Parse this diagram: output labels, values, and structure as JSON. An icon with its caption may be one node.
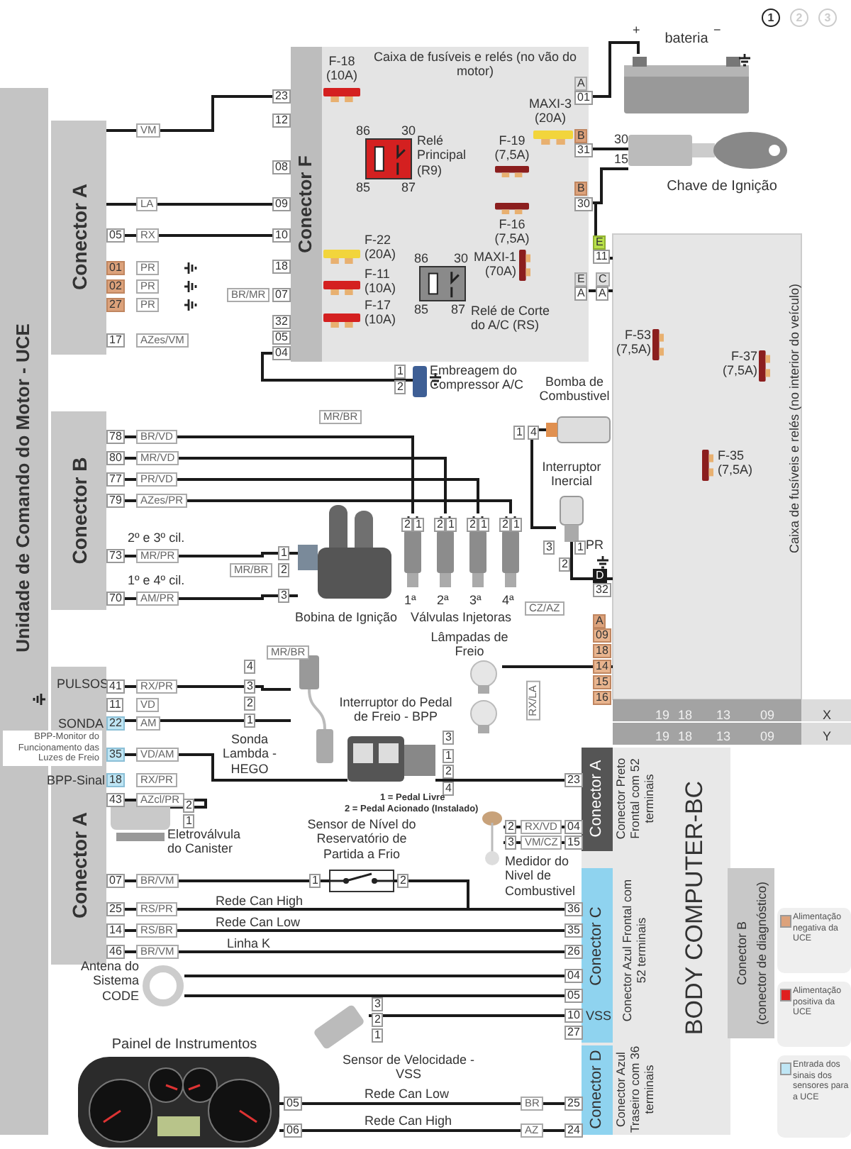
{
  "diagram": {
    "nodes": [
      {
        "text": [
          "Unidade de Comando do Motor - UCE"
        ]
      },
      {
        "text": [
          "Conector A"
        ]
      },
      {
        "text": [
          "Conector B"
        ]
      },
      {
        "text": [
          "Conector A"
        ]
      },
      {
        "text": [
          "Caixa de fusíveis e relés (no vão do motor)"
        ]
      },
      {
        "text": [
          "Conector F"
        ],
        "in": 4
      },
      {
        "text": [
          "Relé Principal (R9)"
        ],
        "in": 4
      },
      {
        "text": [
          "Relé de Corte do A/C (RS)"
        ],
        "in": 4
      },
      {
        "text": [
          "F-18 (10A)"
        ],
        "in": 4
      },
      {
        "text": [
          "MAXI-3 (20A)"
        ],
        "in": 4
      },
      {
        "text": [
          "F-19 (7,5A)"
        ],
        "in": 4
      },
      {
        "text": [
          "F-16 (7,5A)"
        ],
        "in": 4
      },
      {
        "text": [
          "F-22 (20A)"
        ],
        "in": 4
      },
      {
        "text": [
          "F-11 (10A)"
        ],
        "in": 4
      },
      {
        "text": [
          "F-17 (10A)"
        ],
        "in": 4
      },
      {
        "text": [
          "MAXI-1 (70A)"
        ],
        "in": 4
      },
      {
        "text": [
          "bateria"
        ]
      },
      {
        "text": [
          "Chave de Ignição"
        ]
      },
      {
        "text": [
          "Caixa de fusíveis e relés (no interior do veículo)"
        ]
      },
      {
        "text": [
          "F-53 (7,5A)"
        ],
        "in": 18
      },
      {
        "text": [
          "F-37 (7,5A)"
        ],
        "in": 18
      },
      {
        "text": [
          "F-35 (7,5A)"
        ],
        "in": 18
      },
      {
        "text": [
          "Embreagem do Compressor A/C"
        ]
      },
      {
        "text": [
          "Bomba de Combustivel"
        ]
      },
      {
        "text": [
          "Interruptor Inercial"
        ]
      },
      {
        "text": [
          "Válvulas Injetoras"
        ]
      },
      {
        "text": [
          "Bobina de Ignição"
        ]
      },
      {
        "text": [
          "Lâmpadas de Freio"
        ]
      },
      {
        "text": [
          "Sonda Lambda - HEGO"
        ]
      },
      {
        "text": [
          "Interruptor do Pedal de Freio - BPP"
        ]
      },
      {
        "text": [
          "Eletroválvula do Canister"
        ]
      },
      {
        "text": [
          "Sensor de Nível do Reservatório de Partida a Frio"
        ]
      },
      {
        "text": [
          "Medidor do Nivel de Combustivel"
        ]
      },
      {
        "text": [
          "Antena do Sistema CODE"
        ]
      },
      {
        "text": [
          "Sensor de Velocidade - VSS"
        ]
      },
      {
        "text": [
          "Painel de Instrumentos"
        ]
      },
      {
        "text": [
          "BODY COMPUTER-BC"
        ]
      },
      {
        "text": [
          "Conector A"
        ],
        "in": 36,
        "beside": [
          "Conector Preto Frontal com 52 terminais"
        ]
      },
      {
        "text": [
          "Conector C"
        ],
        "in": 36,
        "beside": [
          "Conector Azul Frontal com 52 terminais"
        ]
      },
      {
        "text": [
          "Conector D"
        ],
        "in": 36,
        "beside": [
          "Conector Azul Traseiro com 36 terminais"
        ]
      },
      {
        "text": [
          "Conector B",
          "(conector de diagnóstico)"
        ]
      }
    ],
    "edges": [
      {
        "from": 1,
        "to": 5,
        "arrow": "none"
      },
      {
        "from": 1,
        "to": 5,
        "arrow": "none"
      },
      {
        "from": 1,
        "to": 5,
        "arrow": "none"
      },
      {
        "from": 4,
        "to": 16,
        "arrow": "none"
      },
      {
        "from": 4,
        "to": 17,
        "arrow": "none"
      },
      {
        "from": 4,
        "to": 17,
        "arrow": "none"
      },
      {
        "from": 4,
        "to": 18,
        "arrow": "none"
      },
      {
        "from": 4,
        "to": 18,
        "arrow": "none"
      },
      {
        "from": 2,
        "to": 26,
        "arrow": "none"
      },
      {
        "from": 2,
        "to": 26,
        "arrow": "none"
      },
      {
        "from": 2,
        "to": 25,
        "arrow": "none"
      },
      {
        "from": 2,
        "to": 25,
        "arrow": "none"
      },
      {
        "from": 2,
        "to": 25,
        "arrow": "none"
      },
      {
        "from": 2,
        "to": 25,
        "arrow": "none"
      },
      {
        "from": 5,
        "to": 22,
        "arrow": "none"
      },
      {
        "from": 23,
        "to": 24,
        "arrow": "none"
      },
      {
        "from": 24,
        "to": 18,
        "arrow": "none"
      },
      {
        "from": 3,
        "to": 28,
        "arrow": "none"
      },
      {
        "from": 3,
        "to": 28,
        "arrow": "none"
      },
      {
        "from": 3,
        "to": 29,
        "arrow": "none"
      },
      {
        "from": 3,
        "to": 30,
        "arrow": "none"
      },
      {
        "from": 3,
        "to": 31,
        "arrow": "none"
      },
      {
        "from": 3,
        "to": 38,
        "arrow": "none",
        "label": "Rede Can High"
      },
      {
        "from": 3,
        "to": 38,
        "arrow": "none",
        "label": "Rede Can Low"
      },
      {
        "from": 3,
        "to": 38,
        "arrow": "none",
        "label": "Linha K"
      },
      {
        "from": 33,
        "to": 38,
        "arrow": "none"
      },
      {
        "from": 33,
        "to": 38,
        "arrow": "none"
      },
      {
        "from": 34,
        "to": 38,
        "arrow": "none"
      },
      {
        "from": 35,
        "to": 39,
        "arrow": "none",
        "label": "Rede Can Low"
      },
      {
        "from": 35,
        "to": 39,
        "arrow": "none",
        "label": "Rede Can High"
      },
      {
        "from": 32,
        "to": 37,
        "arrow": "none"
      },
      {
        "from": 32,
        "to": 37,
        "arrow": "none"
      },
      {
        "from": 29,
        "to": 37,
        "arrow": "none"
      },
      {
        "from": 27,
        "to": 18,
        "arrow": "none"
      },
      {
        "from": 31,
        "to": 38,
        "arrow": "none"
      }
    ],
    "labels": [
      "1",
      "2",
      "3",
      "+",
      "−",
      "VM",
      "LA",
      "05",
      "RX",
      "01",
      "PR",
      "02",
      "PR",
      "27",
      "PR",
      "17",
      "AZes/VM",
      "23",
      "12",
      "08",
      "09",
      "10",
      "18",
      "BR/MR",
      "07",
      "32",
      "05",
      "04",
      "86",
      "30",
      "85",
      "87",
      "86",
      "30",
      "85",
      "87",
      "A",
      "01",
      "B",
      "31",
      "B",
      "30",
      "E",
      "11",
      "E",
      "A",
      "C",
      "A",
      "30",
      "15",
      "1",
      "2",
      "MR/BR",
      "78",
      "BR/VD",
      "80",
      "MR/VD",
      "77",
      "PR/VD",
      "79",
      "AZes/PR",
      "2º e 3º cil.",
      "73",
      "MR/PR",
      "1º e 4º cil.",
      "70",
      "AM/PR",
      "1",
      "MR/BR",
      "2",
      "3",
      "1",
      "4",
      "2",
      "1",
      "2",
      "1",
      "2",
      "1",
      "2",
      "1",
      "1ª",
      "2ª",
      "3ª",
      "4ª",
      "3",
      "1",
      "PR",
      "2",
      "D",
      "32",
      "CZ/AZ",
      "A",
      "09",
      "18",
      "14",
      "15",
      "16",
      "RX/LA",
      "19",
      "18",
      "13",
      "09",
      "X",
      "19",
      "18",
      "13",
      "09",
      "Y",
      "MR/BR",
      "4",
      "3",
      "2",
      "1",
      "PULSOS",
      "41",
      "RX/PR",
      "11",
      "VD",
      "SONDA",
      "22",
      "AM",
      "BPP-Monitor do Funcionamento das Luzes de Freio",
      "35",
      "VD/AM",
      "3",
      "1",
      "2",
      "4",
      "1 = Pedal Livre",
      "2 = Pedal Acionado (Instalado)",
      "BPP-Sinal",
      "18",
      "RX/PR",
      "43",
      "AZcl/PR",
      "2",
      "1",
      "07",
      "BR/VM",
      "1",
      "2",
      "25",
      "RS/PR",
      "14",
      "RS/BR",
      "46",
      "BR/VM",
      "23",
      "2",
      "RX/VD",
      "04",
      "3",
      "VM/CZ",
      "15",
      "36",
      "35",
      "26",
      "04",
      "05",
      "10",
      "VSS",
      "27",
      "3",
      "2",
      "1",
      "05",
      "BR",
      "25",
      "06",
      "AZ",
      "24"
    ],
    "legend": [
      {
        "text": "Alimentação negativa da UCE",
        "color": "#dca27b"
      },
      {
        "text": "Alimentação positiva da UCE",
        "color": "#e02020"
      },
      {
        "text": "Entrada dos sinais dos sensores para a UCE",
        "color": "#bfe6f5"
      }
    ]
  }
}
